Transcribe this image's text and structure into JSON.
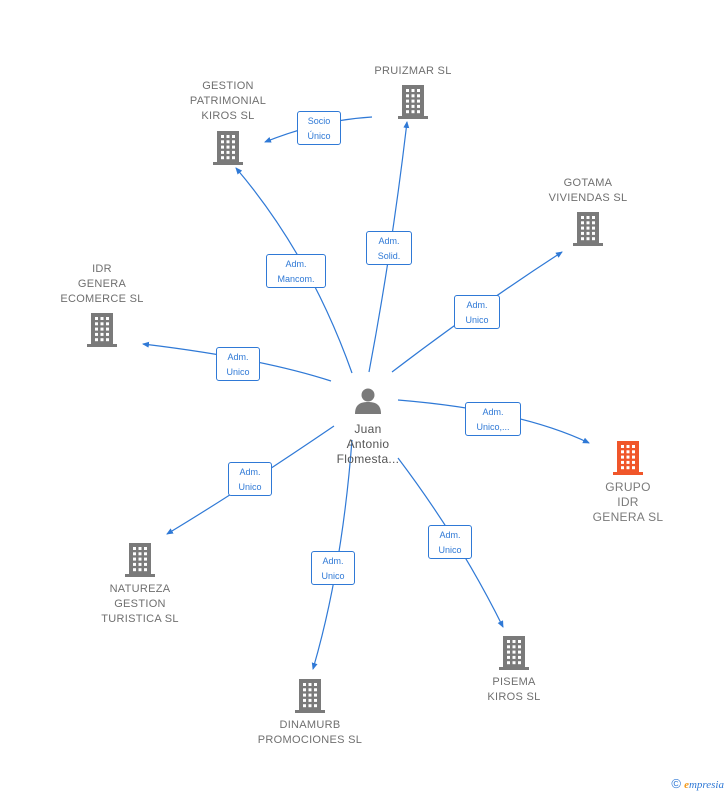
{
  "center": {
    "label": "Juan\nAntonio\nFlomesta...",
    "icon": "person-icon"
  },
  "nodes": [
    {
      "id": "gestion-patrimonial",
      "label": "GESTION\nPATRIMONIAL\nKIROS  SL",
      "icon": "building-icon",
      "color": "#7a7a7a",
      "highlight": false
    },
    {
      "id": "pruizmar",
      "label": "PRUIZMAR  SL",
      "icon": "building-icon",
      "color": "#7a7a7a",
      "highlight": false
    },
    {
      "id": "gotama",
      "label": "GOTAMA\nVIVIENDAS SL",
      "icon": "building-icon",
      "color": "#7a7a7a",
      "highlight": false
    },
    {
      "id": "idr-genera-ecomerce",
      "label": "IDR\nGENERA\nECOMERCE SL",
      "icon": "building-icon",
      "color": "#7a7a7a",
      "highlight": false
    },
    {
      "id": "grupo-idr",
      "label": "GRUPO\nIDR\nGENERA  SL",
      "icon": "building-icon",
      "color": "#f0562a",
      "highlight": true
    },
    {
      "id": "natureza",
      "label": "NATUREZA\nGESTION\nTURISTICA SL",
      "icon": "building-icon",
      "color": "#7a7a7a",
      "highlight": false
    },
    {
      "id": "dinamurb",
      "label": "DINAMURB\nPROMOCIONES SL",
      "icon": "building-icon",
      "color": "#7a7a7a",
      "highlight": false
    },
    {
      "id": "pisema",
      "label": "PISEMA\nKIROS SL",
      "icon": "building-icon",
      "color": "#7a7a7a",
      "highlight": false
    }
  ],
  "edges": [
    {
      "from": "center",
      "to": "gestion-patrimonial",
      "label": "Adm.\nMancom."
    },
    {
      "from": "pruizmar",
      "to": "gestion-patrimonial",
      "label": "Socio\nÚnico"
    },
    {
      "from": "center",
      "to": "pruizmar",
      "label": "Adm.\nSolid."
    },
    {
      "from": "center",
      "to": "gotama",
      "label": "Adm.\nUnico"
    },
    {
      "from": "center",
      "to": "idr-genera-ecomerce",
      "label": "Adm.\nUnico"
    },
    {
      "from": "center",
      "to": "grupo-idr",
      "label": "Adm.\nUnico,..."
    },
    {
      "from": "center",
      "to": "natureza",
      "label": "Adm.\nUnico"
    },
    {
      "from": "center",
      "to": "dinamurb",
      "label": "Adm.\nUnico"
    },
    {
      "from": "center",
      "to": "pisema",
      "label": "Adm.\nUnico"
    }
  ],
  "colors": {
    "edge": "#2f79d6",
    "node": "#7a7a7a",
    "highlight": "#f0562a"
  },
  "watermark": {
    "copyright": "©",
    "brand_initial": "e",
    "brand_rest": "mpresia"
  }
}
